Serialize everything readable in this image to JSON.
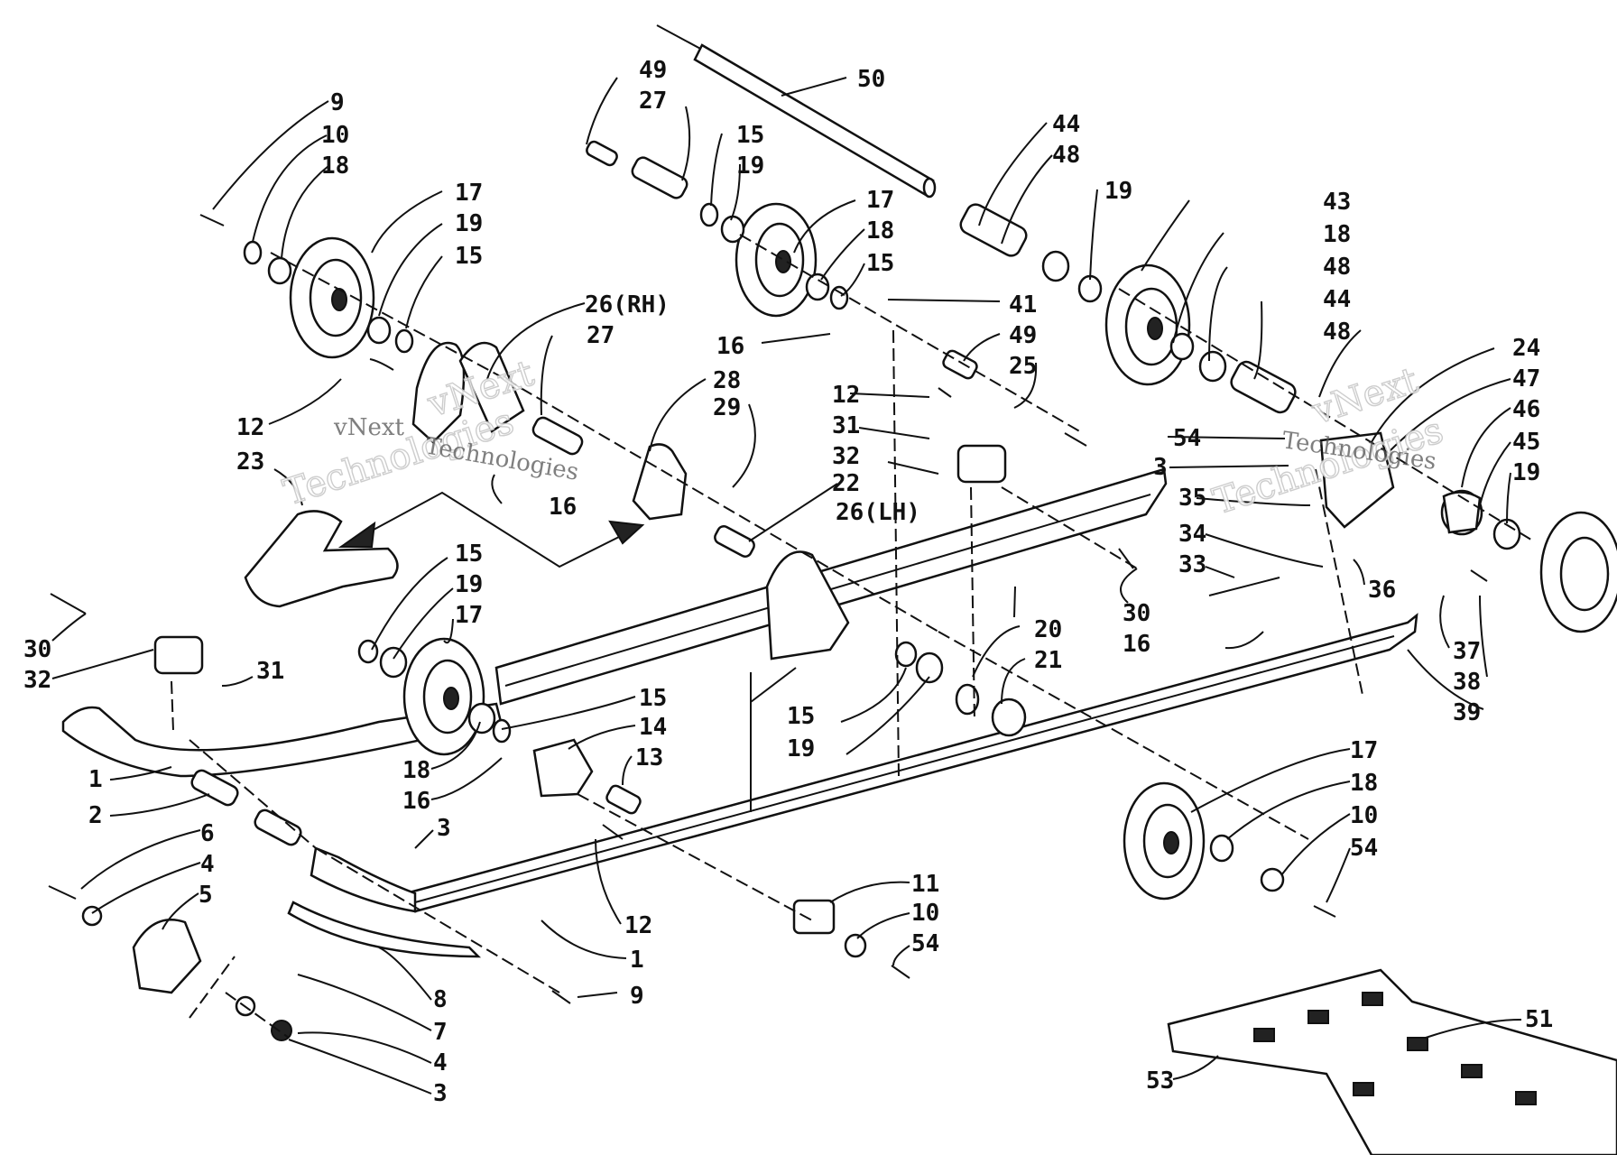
{
  "watermark": {
    "left": [
      "vNext",
      "Technologies"
    ],
    "right": [
      "vNext",
      "Technologies"
    ]
  },
  "callouts": [
    {
      "id": "c1",
      "text": "9"
    },
    {
      "id": "c2",
      "text": "10"
    },
    {
      "id": "c3",
      "text": "18"
    },
    {
      "id": "c4",
      "text": "17"
    },
    {
      "id": "c5",
      "text": "19"
    },
    {
      "id": "c6",
      "text": "15"
    },
    {
      "id": "c7",
      "text": "12"
    },
    {
      "id": "c8",
      "text": "23"
    },
    {
      "id": "c9",
      "text": "26(RH)"
    },
    {
      "id": "c10",
      "text": "27"
    },
    {
      "id": "c11",
      "text": "28"
    },
    {
      "id": "c12",
      "text": "29"
    },
    {
      "id": "c13",
      "text": "16"
    },
    {
      "id": "c14",
      "text": "49"
    },
    {
      "id": "c15",
      "text": "27"
    },
    {
      "id": "c16",
      "text": "15"
    },
    {
      "id": "c17",
      "text": "19"
    },
    {
      "id": "c18",
      "text": "50"
    },
    {
      "id": "c19",
      "text": "17"
    },
    {
      "id": "c20",
      "text": "18"
    },
    {
      "id": "c21",
      "text": "15"
    },
    {
      "id": "c22",
      "text": "16"
    },
    {
      "id": "c23",
      "text": "41"
    },
    {
      "id": "c24",
      "text": "49"
    },
    {
      "id": "c25",
      "text": "25"
    },
    {
      "id": "c26",
      "text": "12"
    },
    {
      "id": "c27",
      "text": "31"
    },
    {
      "id": "c28",
      "text": "32"
    },
    {
      "id": "c29",
      "text": "22"
    },
    {
      "id": "c30",
      "text": "26(LH)"
    },
    {
      "id": "c31",
      "text": "44"
    },
    {
      "id": "c32",
      "text": "48"
    },
    {
      "id": "c33",
      "text": "19"
    },
    {
      "id": "c34",
      "text": "43"
    },
    {
      "id": "c35",
      "text": "18"
    },
    {
      "id": "c36",
      "text": "48"
    },
    {
      "id": "c37",
      "text": "44"
    },
    {
      "id": "c38",
      "text": "48"
    },
    {
      "id": "c39",
      "text": "24"
    },
    {
      "id": "c40",
      "text": "47"
    },
    {
      "id": "c41",
      "text": "46"
    },
    {
      "id": "c42",
      "text": "45"
    },
    {
      "id": "c43",
      "text": "19"
    },
    {
      "id": "c44",
      "text": "54"
    },
    {
      "id": "c45",
      "text": "3"
    },
    {
      "id": "c46",
      "text": "35"
    },
    {
      "id": "c47",
      "text": "34"
    },
    {
      "id": "c48",
      "text": "33"
    },
    {
      "id": "c49",
      "text": "36"
    },
    {
      "id": "c50",
      "text": "30"
    },
    {
      "id": "c51",
      "text": "16"
    },
    {
      "id": "c52",
      "text": "37"
    },
    {
      "id": "c53",
      "text": "38"
    },
    {
      "id": "c54",
      "text": "39"
    },
    {
      "id": "c55",
      "text": "20"
    },
    {
      "id": "c56",
      "text": "21"
    },
    {
      "id": "c57",
      "text": "15"
    },
    {
      "id": "c58",
      "text": "19"
    },
    {
      "id": "c59",
      "text": "30"
    },
    {
      "id": "c60",
      "text": "32"
    },
    {
      "id": "c61",
      "text": "31"
    },
    {
      "id": "c62",
      "text": "15"
    },
    {
      "id": "c63",
      "text": "19"
    },
    {
      "id": "c64",
      "text": "17"
    },
    {
      "id": "c65",
      "text": "15"
    },
    {
      "id": "c66",
      "text": "14"
    },
    {
      "id": "c67",
      "text": "13"
    },
    {
      "id": "c68",
      "text": "18"
    },
    {
      "id": "c69",
      "text": "16"
    },
    {
      "id": "c70",
      "text": "1"
    },
    {
      "id": "c71",
      "text": "2"
    },
    {
      "id": "c72",
      "text": "6"
    },
    {
      "id": "c73",
      "text": "4"
    },
    {
      "id": "c74",
      "text": "5"
    },
    {
      "id": "c75",
      "text": "3"
    },
    {
      "id": "c76",
      "text": "12"
    },
    {
      "id": "c77",
      "text": "1"
    },
    {
      "id": "c78",
      "text": "8"
    },
    {
      "id": "c79",
      "text": "7"
    },
    {
      "id": "c80",
      "text": "4"
    },
    {
      "id": "c81",
      "text": "3"
    },
    {
      "id": "c82",
      "text": "9"
    },
    {
      "id": "c83",
      "text": "11"
    },
    {
      "id": "c84",
      "text": "10"
    },
    {
      "id": "c85",
      "text": "54"
    },
    {
      "id": "c86",
      "text": "17"
    },
    {
      "id": "c87",
      "text": "18"
    },
    {
      "id": "c88",
      "text": "10"
    },
    {
      "id": "c89",
      "text": "54"
    },
    {
      "id": "c90",
      "text": "51"
    },
    {
      "id": "c91",
      "text": "53"
    }
  ]
}
